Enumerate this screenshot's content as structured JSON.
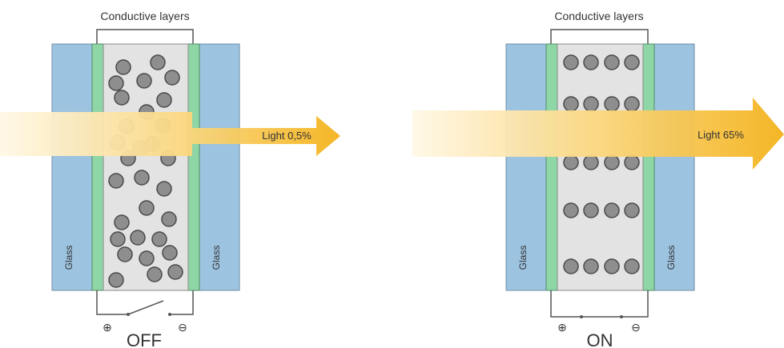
{
  "panels": [
    {
      "id": "off",
      "conductive_label": "Conductive layers",
      "glass_left_label": "Glass",
      "glass_right_label": "Glass",
      "light_label": "Light 0,5%",
      "switch_label": "OFF",
      "plus_symbol": "⊕",
      "minus_symbol": "⊖",
      "particle_arrangement": "random",
      "switch_state": "open"
    },
    {
      "id": "on",
      "conductive_label": "Conductive layers",
      "glass_left_label": "Glass",
      "glass_right_label": "Glass",
      "light_label": "Light 65%",
      "switch_label": "ON",
      "plus_symbol": "⊕",
      "minus_symbol": "⊖",
      "particle_arrangement": "aligned rows",
      "switch_state": "closed"
    }
  ],
  "colors": {
    "glass": "#9cc3e0",
    "conductive": "#8fd6a6",
    "cell": "#e3e3e3",
    "particle": "#8e8e8e",
    "particle_stroke": "#4a4a4a",
    "arrow_start": "#fff6e0",
    "arrow_end": "#f3b21b"
  }
}
